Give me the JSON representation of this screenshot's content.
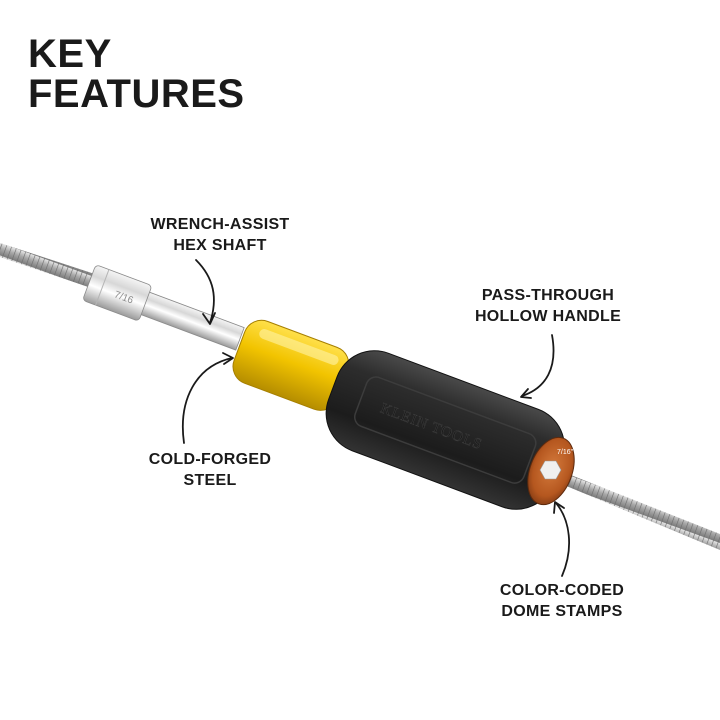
{
  "title": {
    "line1": "KEY",
    "line2": "FEATURES"
  },
  "callouts": {
    "wrench_assist": {
      "line1": "WRENCH-ASSIST",
      "line2": "HEX SHAFT"
    },
    "cold_forged": {
      "line1": "COLD-FORGED",
      "line2": "STEEL"
    },
    "pass_through": {
      "line1": "PASS-THROUGH",
      "line2": "HOLLOW HANDLE"
    },
    "color_coded": {
      "line1": "COLOR-CODED",
      "line2": "DOME STAMPS"
    }
  },
  "product": {
    "brand_text": "KLEIN TOOLS",
    "socket_size": "7/16",
    "dome_size": "7/16\""
  },
  "colors": {
    "handle_black": "#2a2a2a",
    "handle_yellow": "#f2c400",
    "dome_orange": "#b5571f",
    "text": "#1a1a1a",
    "background": "#ffffff"
  }
}
